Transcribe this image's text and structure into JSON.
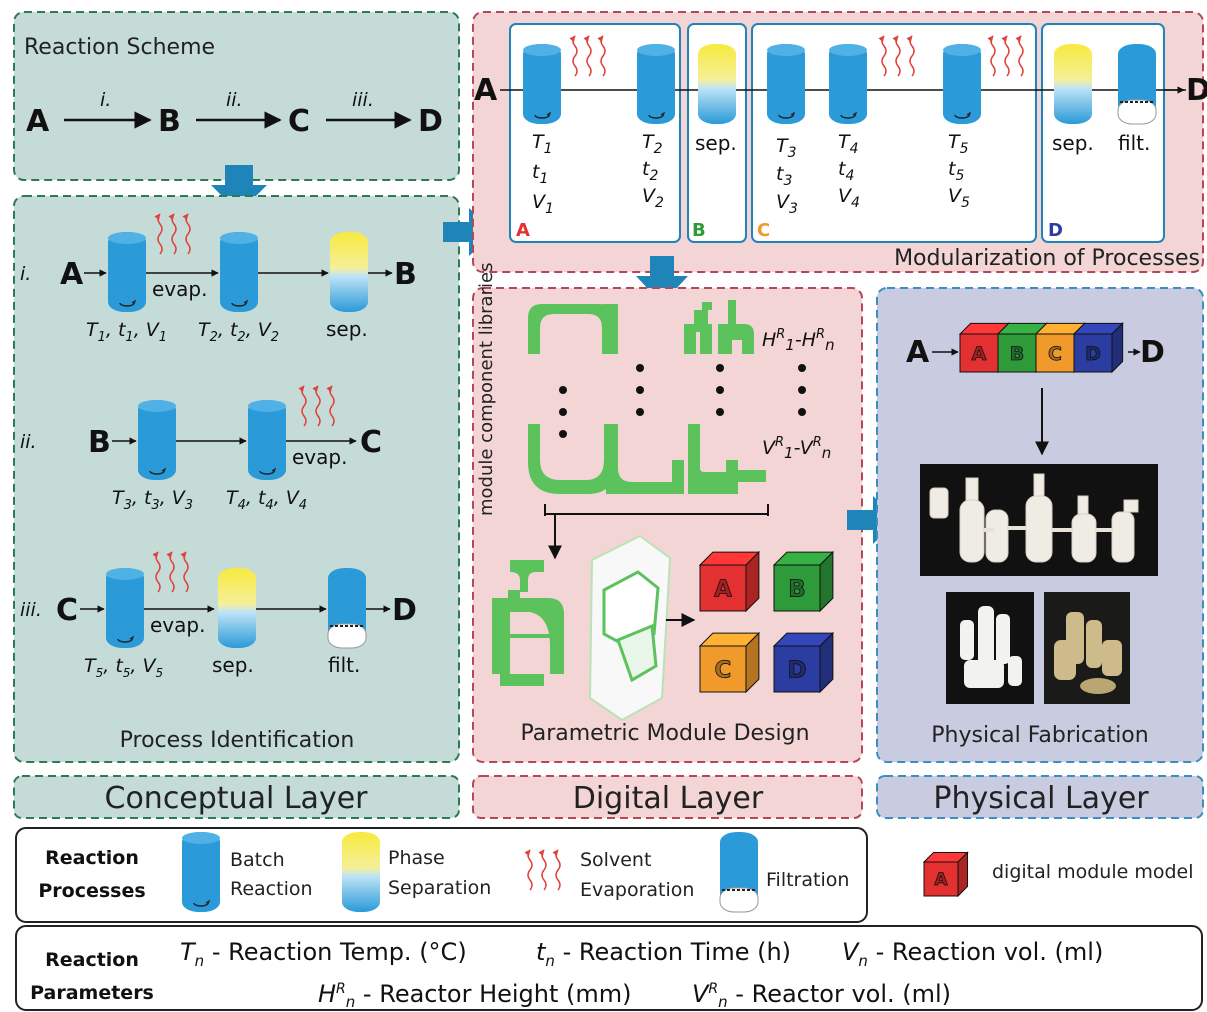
{
  "colors": {
    "conceptual_bg": "#c5dbd8",
    "conceptual_border": "#2f7a55",
    "digital_bg": "#f3d5d6",
    "digital_border": "#b4485a",
    "physical_bg": "#c9cce0",
    "physical_border": "#3a8ec0",
    "reactor_blue": "#2a9ad8",
    "arrow_blue": "#1f85b8",
    "sep_yellow": "#f7ea3c",
    "module_green": "#5cc25c",
    "evap_red": "#e0413c",
    "cube_A": "#e33030",
    "cube_B": "#2f9a3a",
    "cube_C": "#f09a2c",
    "cube_D": "#2c3da2"
  },
  "conceptual": {
    "scheme_title": "Reaction Scheme",
    "scheme": {
      "A": "A",
      "B": "B",
      "C": "C",
      "D": "D",
      "s1": "i.",
      "s2": "ii.",
      "s3": "iii."
    },
    "rows": [
      {
        "roman": "i.",
        "start": "A",
        "end": "B",
        "evap": "evap.",
        "sep": "sep.",
        "p1": [
          "T",
          "1",
          ", t",
          "1",
          ", V",
          "1"
        ],
        "p2": [
          "T",
          "2",
          ", t",
          "2",
          ", V",
          "2"
        ]
      },
      {
        "roman": "ii.",
        "start": "B",
        "end": "C",
        "evap": "evap.",
        "p1": [
          "T",
          "3",
          ", t",
          "3",
          ", V",
          "3"
        ],
        "p2": [
          "T",
          "4",
          ", t",
          "4",
          ", V",
          "4"
        ]
      },
      {
        "roman": "iii.",
        "start": "C",
        "end": "D",
        "evap": "evap.",
        "sep": "sep.",
        "filt": "filt.",
        "p1": [
          "T",
          "5",
          ", t",
          "5",
          ", V",
          "5"
        ]
      }
    ],
    "process_title": "Process Identification",
    "layer_label": "Conceptual Layer"
  },
  "modularization": {
    "start": "A",
    "end": "D",
    "modules": [
      "A",
      "B",
      "C",
      "D"
    ],
    "sep_label": "sep.",
    "filt_label": "filt.",
    "params": [
      {
        "T": "T",
        "t": "t",
        "V": "V",
        "n": "1"
      },
      {
        "T": "T",
        "t": "t",
        "V": "V",
        "n": "2"
      },
      {
        "T": "T",
        "t": "t",
        "V": "V",
        "n": "3"
      },
      {
        "T": "T",
        "t": "t",
        "V": "V",
        "n": "4"
      },
      {
        "T": "T",
        "t": "t",
        "V": "V",
        "n": "5"
      }
    ],
    "title": "Modularization of Processes"
  },
  "digital": {
    "library_label": "module component libraries",
    "h_range": "H",
    "v_range": "V",
    "title": "Parametric Module Design",
    "cubes": [
      "A",
      "B",
      "C",
      "D"
    ],
    "layer_label": "Digital Layer"
  },
  "physical": {
    "start": "A",
    "end": "D",
    "modules": [
      "A",
      "B",
      "C",
      "D"
    ],
    "title": "Physical Fabrication",
    "layer_label": "Physical Layer"
  },
  "legend": {
    "title1": "Reaction",
    "title2": "Processes",
    "batch1": "Batch",
    "batch2": "Reaction",
    "phase1": "Phase",
    "phase2": "Separation",
    "solvent1": "Solvent",
    "solvent2": "Evaporation",
    "filtration": "Filtration",
    "cube_letter": "A",
    "digital_model": "digital module model"
  },
  "parameters": {
    "title1": "Reaction",
    "title2": "Parameters",
    "temp": " - Reaction Temp. (°C)",
    "time": " - Reaction Time (h)",
    "vol": " - Reaction vol. (ml)",
    "height": " - Reactor Height (mm)",
    "rvol": " - Reactor vol. (ml)"
  }
}
